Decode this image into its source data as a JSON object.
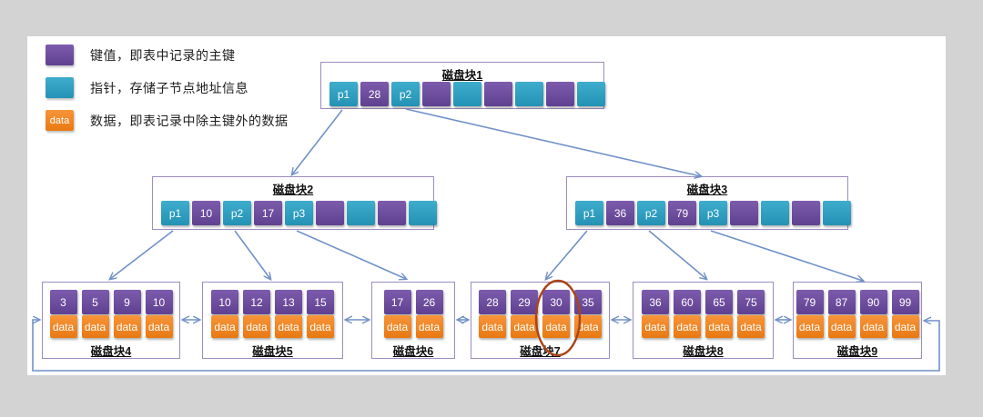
{
  "legend": {
    "items": [
      {
        "swatch": "key",
        "swatch_text": "",
        "label": "键值，即表中记录的主键"
      },
      {
        "swatch": "pointer",
        "swatch_text": "",
        "label": "指针，存储子节点地址信息"
      },
      {
        "swatch": "data",
        "swatch_text": "data",
        "label": "数据，即表记录中除主键外的数据"
      }
    ]
  },
  "colors": {
    "key": "#6a4a9c",
    "pointer": "#2fa0c2",
    "data": "#ef8322",
    "arrow": "#7191c8",
    "box_border": "#9c8cc0",
    "highlight_ellipse": "#a94419",
    "background": "#d3d3d3",
    "panel": "#ffffff"
  },
  "internal_blocks": [
    {
      "title": "磁盘块1",
      "cells": [
        {
          "type": "pointer",
          "label": "p1"
        },
        {
          "type": "key",
          "label": "28"
        },
        {
          "type": "pointer",
          "label": "p2"
        },
        {
          "type": "key",
          "label": ""
        },
        {
          "type": "pointer",
          "label": ""
        },
        {
          "type": "key",
          "label": ""
        },
        {
          "type": "pointer",
          "label": ""
        },
        {
          "type": "key",
          "label": ""
        },
        {
          "type": "pointer",
          "label": ""
        }
      ]
    },
    {
      "title": "磁盘块2",
      "cells": [
        {
          "type": "pointer",
          "label": "p1"
        },
        {
          "type": "key",
          "label": "10"
        },
        {
          "type": "pointer",
          "label": "p2"
        },
        {
          "type": "key",
          "label": "17"
        },
        {
          "type": "pointer",
          "label": "p3"
        },
        {
          "type": "key",
          "label": ""
        },
        {
          "type": "pointer",
          "label": ""
        },
        {
          "type": "key",
          "label": ""
        },
        {
          "type": "pointer",
          "label": ""
        }
      ]
    },
    {
      "title": "磁盘块3",
      "cells": [
        {
          "type": "pointer",
          "label": "p1"
        },
        {
          "type": "key",
          "label": "36"
        },
        {
          "type": "pointer",
          "label": "p2"
        },
        {
          "type": "key",
          "label": "79"
        },
        {
          "type": "pointer",
          "label": "p3"
        },
        {
          "type": "key",
          "label": ""
        },
        {
          "type": "pointer",
          "label": ""
        },
        {
          "type": "key",
          "label": ""
        },
        {
          "type": "pointer",
          "label": ""
        }
      ]
    }
  ],
  "leaf_blocks": [
    {
      "title": "磁盘块4",
      "keys": [
        "3",
        "5",
        "9",
        "10"
      ],
      "data_label": "data",
      "highlighted_key": ""
    },
    {
      "title": "磁盘块5",
      "keys": [
        "10",
        "12",
        "13",
        "15"
      ],
      "data_label": "data",
      "highlighted_key": ""
    },
    {
      "title": "磁盘块6",
      "keys": [
        "17",
        "26"
      ],
      "data_label": "data",
      "highlighted_key": ""
    },
    {
      "title": "磁盘块7",
      "keys": [
        "28",
        "29",
        "30",
        "35"
      ],
      "data_label": "data",
      "highlighted_key": "30"
    },
    {
      "title": "磁盘块8",
      "keys": [
        "36",
        "60",
        "65",
        "75"
      ],
      "data_label": "data",
      "highlighted_key": ""
    },
    {
      "title": "磁盘块9",
      "keys": [
        "79",
        "87",
        "90",
        "99"
      ],
      "data_label": "data",
      "highlighted_key": ""
    }
  ]
}
